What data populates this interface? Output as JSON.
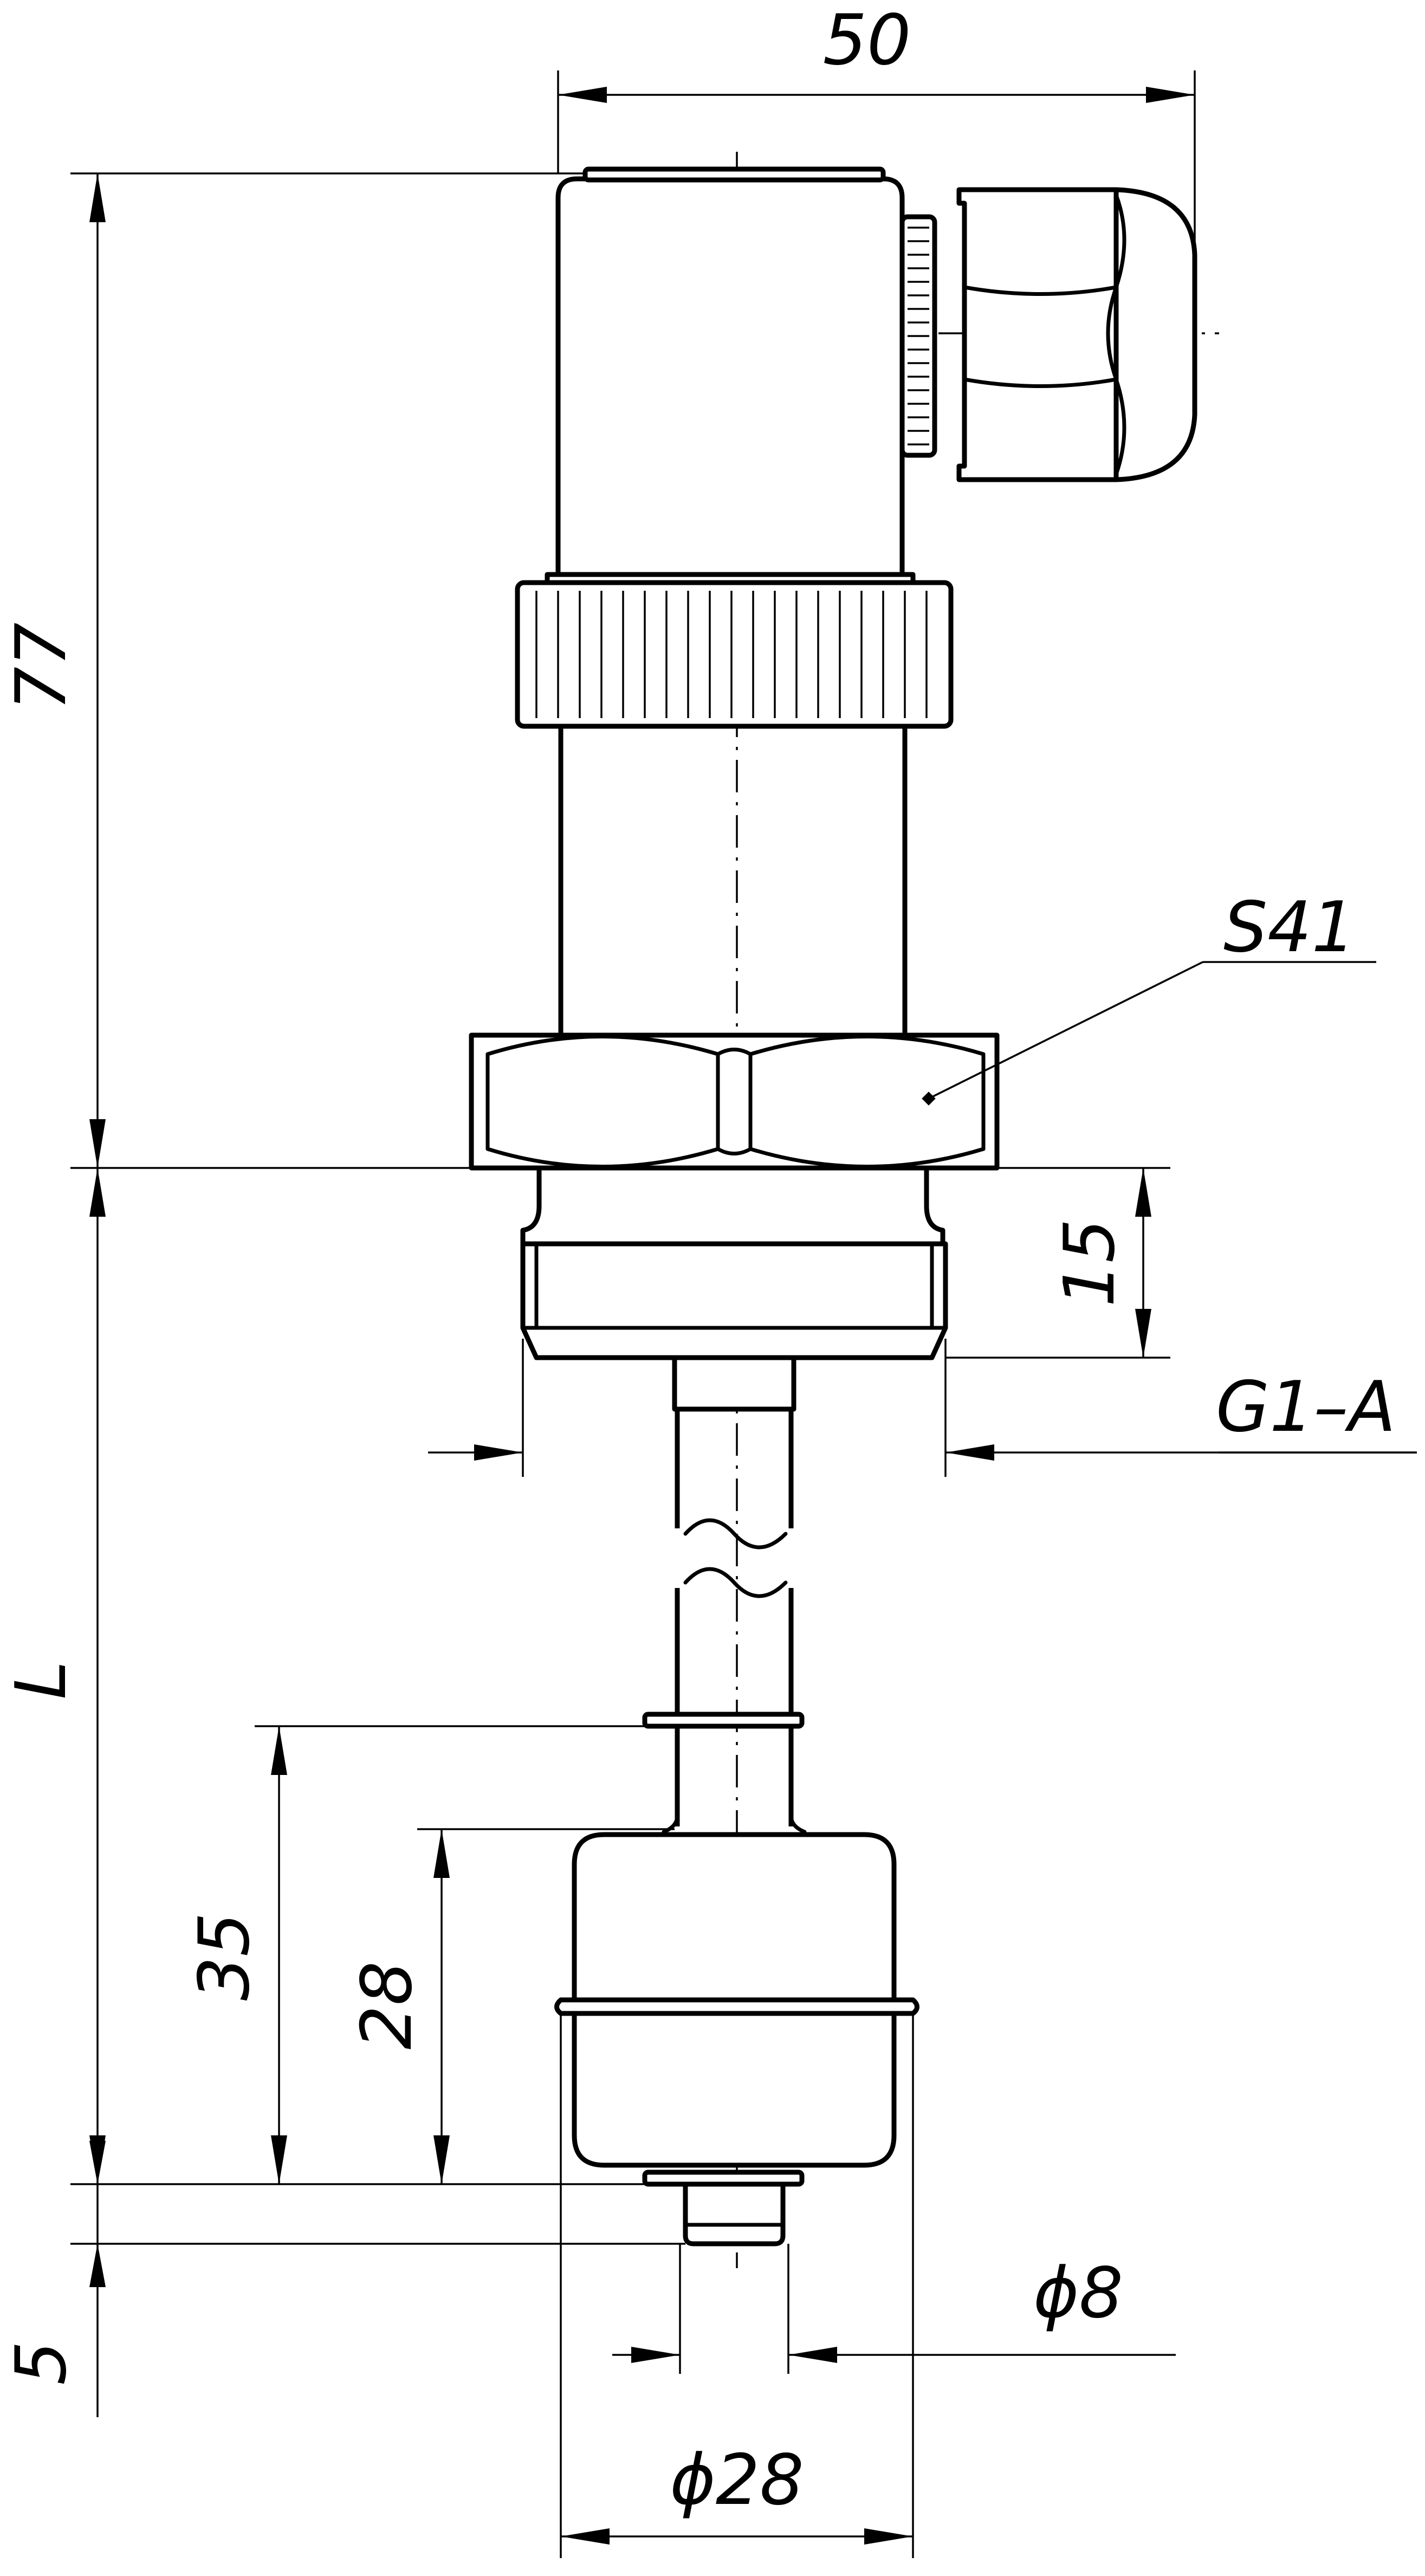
{
  "drawing": {
    "dimensions": {
      "total_width": "50",
      "head_height": "77",
      "hex_size": "S41",
      "thread_length": "15",
      "thread": "G1–A",
      "stem_length": "L",
      "float_position": "35",
      "float_height": "28",
      "bottom_offset": "5",
      "stem_diameter": "ϕ8",
      "float_diameter": "ϕ28"
    }
  }
}
